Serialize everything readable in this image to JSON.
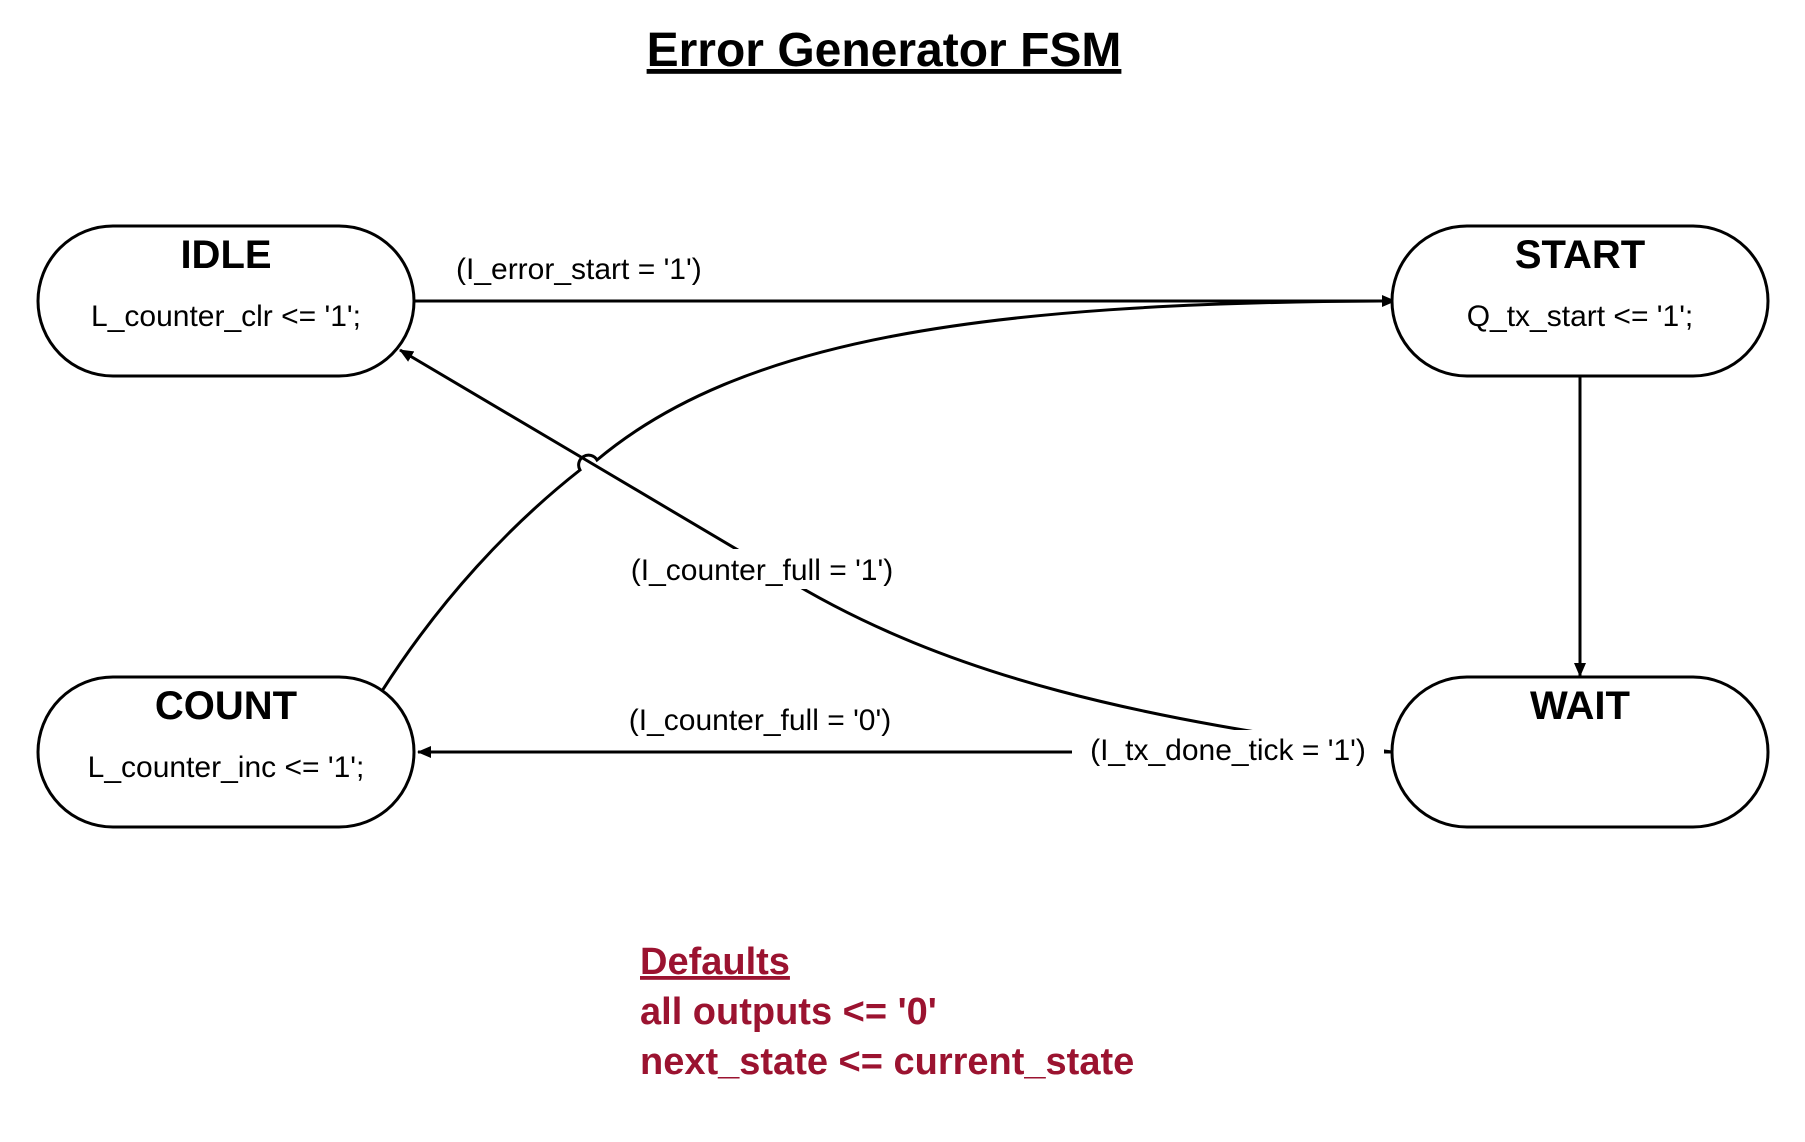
{
  "title": "Error Generator FSM",
  "colors": {
    "line": "#000000",
    "defaults_text": "#9b1330"
  },
  "states": {
    "idle": {
      "name": "IDLE",
      "action": "L_counter_clr <= '1';"
    },
    "start": {
      "name": "START",
      "action": "Q_tx_start <= '1';"
    },
    "count": {
      "name": "COUNT",
      "action": "L_counter_inc <= '1';"
    },
    "wait": {
      "name": "WAIT",
      "action": ""
    }
  },
  "transitions": {
    "idle_to_start": {
      "label": "(I_error_start = '1')"
    },
    "start_to_wait": {
      "label": ""
    },
    "wait_to_count": {
      "label": "(I_counter_full = '0')"
    },
    "wait_to_idle": {
      "label": "(I_counter_full = '1')"
    },
    "wait_trigger": {
      "label": "(I_tx_done_tick = '1')"
    },
    "count_to_start": {
      "label": ""
    }
  },
  "defaults": {
    "title": "Defaults",
    "lines": [
      "all outputs <= '0'",
      "next_state <= current_state"
    ]
  }
}
